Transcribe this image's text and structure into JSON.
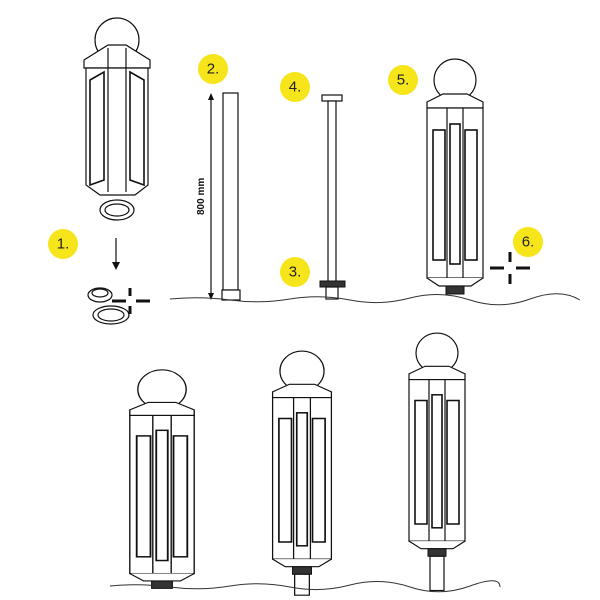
{
  "steps": [
    {
      "number": "1."
    },
    {
      "number": "2."
    },
    {
      "number": "3."
    },
    {
      "number": "4."
    },
    {
      "number": "5."
    },
    {
      "number": "6."
    }
  ],
  "dimension_label": "800 mm",
  "colors": {
    "badge": "#f7e51c",
    "line": "#111111"
  }
}
